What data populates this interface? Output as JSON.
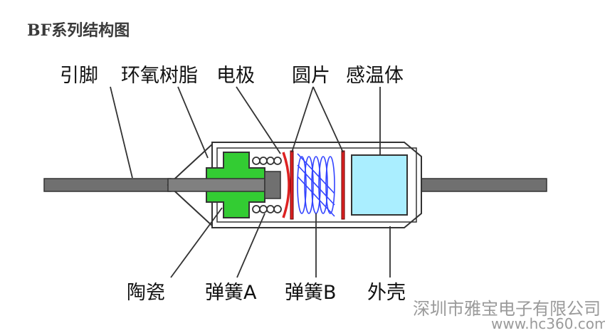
{
  "title": "BF系列结构图",
  "labels": {
    "lead": "引脚",
    "epoxy": "环氧树脂",
    "electrode": "电极",
    "disc": "圆片",
    "sensor": "感温体",
    "ceramic": "陶瓷",
    "spring_a": "弹簧A",
    "spring_b": "弹簧B",
    "shell": "外壳"
  },
  "watermark": {
    "company": "深圳市雅宝电子有限公司",
    "url": "www.hc360.com"
  },
  "colors": {
    "ceramic": "#33cc33",
    "sensor": "#aaeeff",
    "electrode": "#dd2222",
    "spring_b": "#3344ff",
    "lead": "#707070"
  }
}
